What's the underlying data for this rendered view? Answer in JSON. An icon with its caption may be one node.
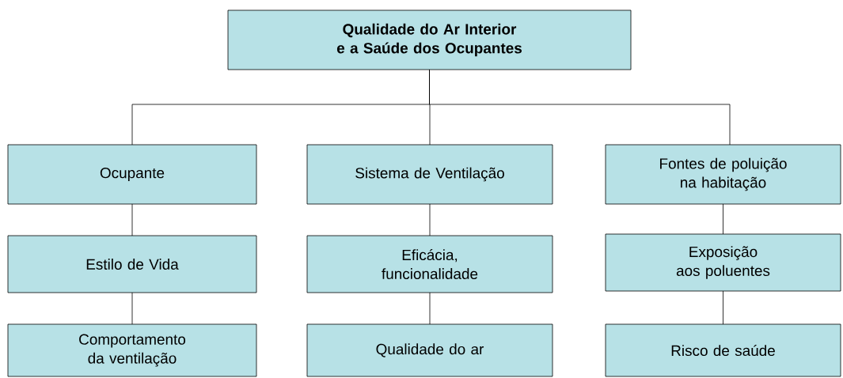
{
  "diagram": {
    "nodes": [
      {
        "text": [
          "Qualidade do Ar Interior e a Saúde dos Ocupantes"
        ]
      },
      {
        "text": [
          "Ocupante"
        ]
      },
      {
        "text": [
          "Sistema de Ventilação"
        ]
      },
      {
        "text": [
          "Fontes de poluição na habitação"
        ]
      },
      {
        "text": [
          "Estilo de Vida"
        ]
      },
      {
        "text": [
          "Eficácia, funcionalidade"
        ]
      },
      {
        "text": [
          "Exposição aos poluentes"
        ]
      },
      {
        "text": [
          "Comportamento da ventilação"
        ]
      },
      {
        "text": [
          "Qualidade do ar"
        ]
      },
      {
        "text": [
          "Risco de saúde"
        ]
      }
    ],
    "edges": [
      {
        "from": 0,
        "to": 1,
        "arrow": "none"
      },
      {
        "from": 0,
        "to": 2,
        "arrow": "none"
      },
      {
        "from": 0,
        "to": 3,
        "arrow": "none"
      },
      {
        "from": 1,
        "to": 4,
        "arrow": "none"
      },
      {
        "from": 4,
        "to": 7,
        "arrow": "none"
      },
      {
        "from": 2,
        "to": 5,
        "arrow": "none"
      },
      {
        "from": 5,
        "to": 8,
        "arrow": "none"
      },
      {
        "from": 3,
        "to": 6,
        "arrow": "none"
      },
      {
        "from": 6,
        "to": 9,
        "arrow": "none"
      }
    ]
  }
}
